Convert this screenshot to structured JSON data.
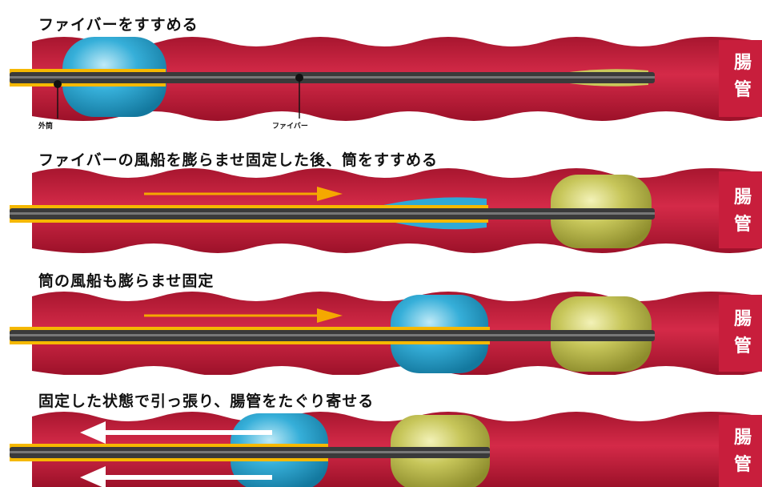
{
  "steps": [
    {
      "caption": "ファイバーをすすめる",
      "organ_label_lines": [
        "腸",
        "管"
      ],
      "labels": {
        "sheath": "外筒",
        "fiber": "ファイバー"
      }
    },
    {
      "caption": "ファイバーの風船を膨らませ固定した後、筒をすすめる",
      "organ_label_lines": [
        "腸",
        "管"
      ]
    },
    {
      "caption": "筒の風船も膨らませ固定",
      "organ_label_lines": [
        "腸",
        "管"
      ]
    },
    {
      "caption": "固定した状態で引っ張り、腸管をたぐり寄せる",
      "organ_label_lines": [
        "腸",
        "管"
      ]
    }
  ],
  "colors": {
    "intestine": "#c81e3c",
    "intestine_light": "#e25a70",
    "sheath_balloon": "#2fa9d6",
    "fiber_balloon": "#c9c85a",
    "tube_outer": "#f5b800",
    "fiber": "#3a3a3a",
    "arrow_orange": "#f5a800",
    "arrow_white": "#ffffff"
  }
}
